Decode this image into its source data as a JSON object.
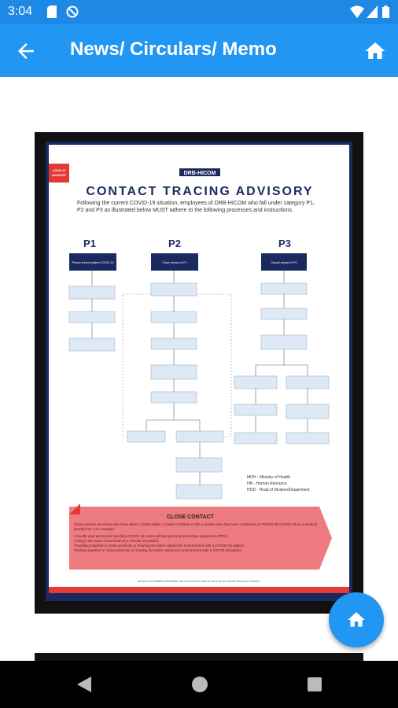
{
  "status_bar": {
    "time": "3:04"
  },
  "app_bar": {
    "title": "News/ Circulars/ Memo"
  },
  "poster": {
    "badge": "COVID-19 ADVISORY",
    "brand": "DRB-HICOM",
    "title": "CONTACT TRACING ADVISORY",
    "intro": "Following the current COVID-19 situation, employees of DRB-HICOM who fall under category P1, P2 and P3 as illustrated below MUST adhere to the following processes and instructions.",
    "p1": "P1",
    "p2": "P2",
    "p3": "P3",
    "p1_head": "Person tested positive COVID-19",
    "p2_head": "Close contact of P1",
    "p3_head": "Casual contact of P2",
    "legend": [
      "MOH - Ministry of Health",
      "HR - Human Resource",
      "HOD - Head of Division/Department"
    ],
    "close_contact_title": "CLOSE CONTACT",
    "close_contact_text": "Close contact are those who have direct contact within 1 meter of distance with a person who has been confirmed as POSITIVE COVID-19 by a medical practitioner. For example:",
    "bullets": [
      "A health care personnel handling COVID-19 cases without personal protective equipment (PPE).",
      "Living in the same household as a COVID-19 patient.",
      "Travelling together in close proximity or sharing the same classroom environment with a COVID-19 patient.",
      "Working together in close proximity or sharing the same classroom environment with a COVID-19 patient."
    ],
    "footer": "All facts and detailed information are correct at the time of issue by the Human Resource Division."
  },
  "colors": {
    "app_bar": "#2196f3",
    "status_bar": "#1e88e5",
    "poster_navy": "#1b2a5e",
    "close_contact_pink": "#ee7b80",
    "accent_red": "#e53935"
  }
}
